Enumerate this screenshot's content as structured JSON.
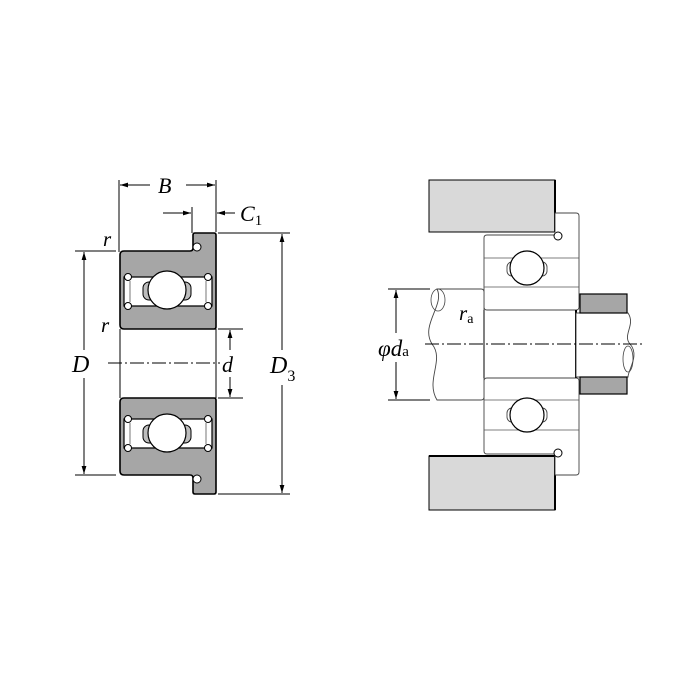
{
  "left_drawing": {
    "labels": {
      "B": "B",
      "C": "C",
      "C_sub": "1",
      "r_top": "r",
      "r_mid": "r",
      "D": "D",
      "d": "d",
      "D3": "D",
      "D3_sub": "3"
    }
  },
  "right_drawing": {
    "labels": {
      "phi": "φ",
      "d": "d",
      "d_sub": "a",
      "r": "r",
      "r_sub": "a"
    }
  },
  "colors": {
    "ring": "#a6a6a6",
    "housing": "#d9d9d9"
  }
}
